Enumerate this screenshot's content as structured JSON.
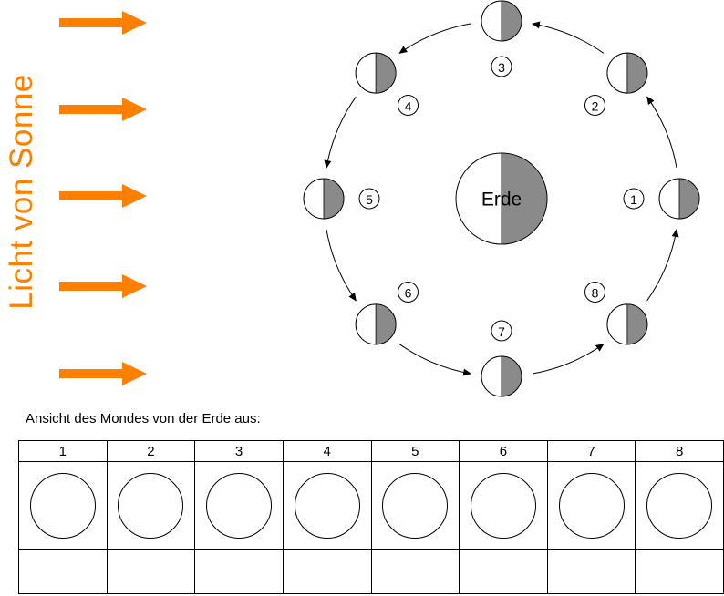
{
  "colors": {
    "orange": "#ff8000",
    "moon_shadow": "#8a8a8a",
    "outline": "#000000"
  },
  "sun": {
    "label": "Licht von Sonne",
    "arrow_count": 5
  },
  "diagram": {
    "earth_label": "Erde",
    "orbit_direction": "counterclockwise",
    "moon_lit_side": "left",
    "moons": [
      {
        "number": "1",
        "angle_deg": 0
      },
      {
        "number": "2",
        "angle_deg": 45
      },
      {
        "number": "3",
        "angle_deg": 90
      },
      {
        "number": "4",
        "angle_deg": 135
      },
      {
        "number": "5",
        "angle_deg": 180
      },
      {
        "number": "6",
        "angle_deg": 225
      },
      {
        "number": "7",
        "angle_deg": 270
      },
      {
        "number": "8",
        "angle_deg": 315
      }
    ]
  },
  "caption": "Ansicht des Mondes von der Erde aus:",
  "table": {
    "headers": [
      "1",
      "2",
      "3",
      "4",
      "5",
      "6",
      "7",
      "8"
    ],
    "drawing_row": "empty circles for sketching the moon phase",
    "answer_row": "empty cells"
  }
}
